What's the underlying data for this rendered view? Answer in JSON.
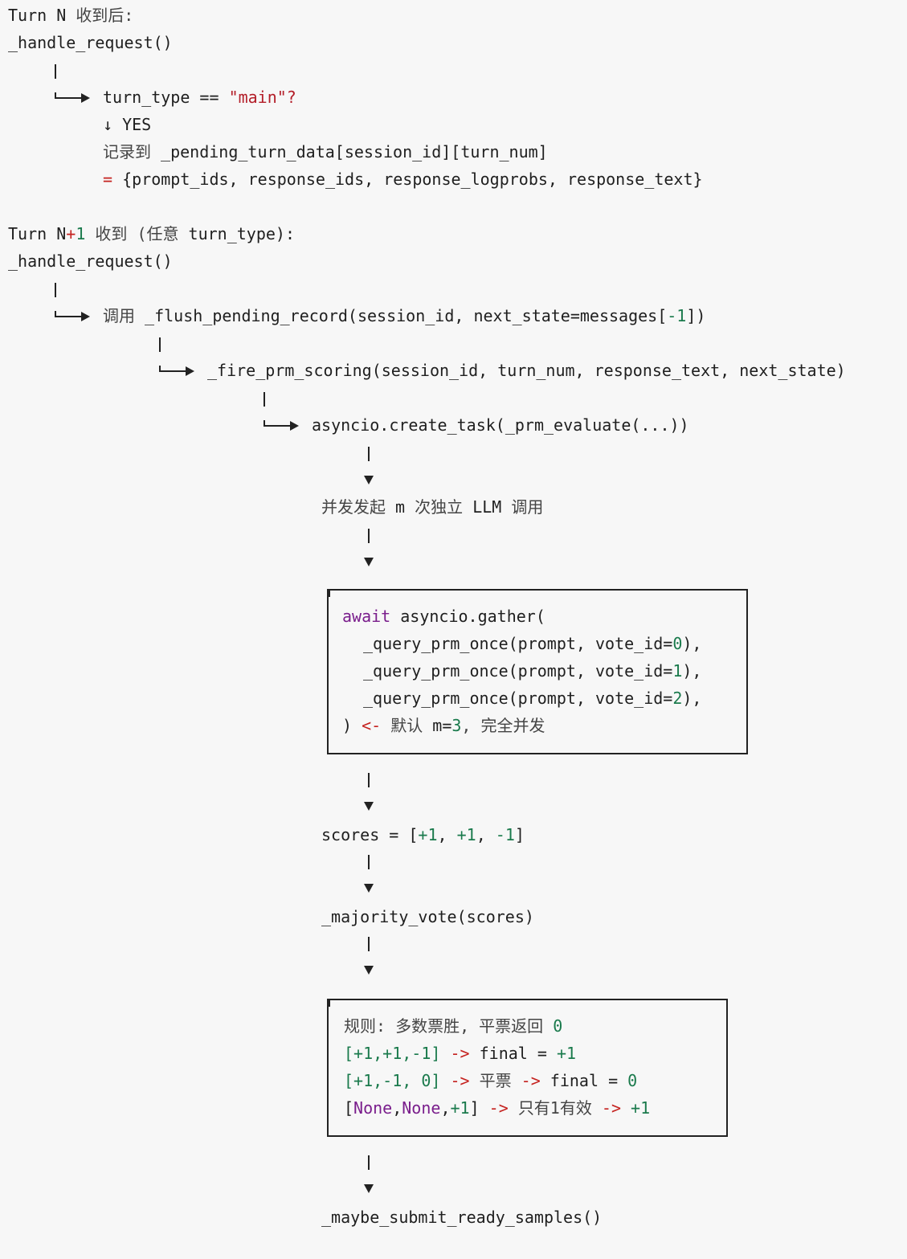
{
  "turn_n": {
    "header_turn": "Turn",
    "header_n": "N",
    "header_received": "收到后:",
    "handler": "_handle_request()",
    "turn_type_check_left": "turn_type",
    "turn_type_check_op": "==",
    "turn_type_check_value": "\"main\"?",
    "yes_arrow": "↓",
    "yes_label": "YES",
    "record_label": "记录到",
    "record_target": "_pending_turn_data[session_id][turn_num]",
    "assign_op": "=",
    "assign_value": "{prompt_ids, response_ids, response_logprobs, response_text}"
  },
  "turn_n1": {
    "header_turn": "Turn",
    "header_n": "N",
    "header_plus": "+",
    "header_one": "1",
    "header_received": "收到 (任意",
    "header_type": "turn_type):",
    "handler": "_handle_request()",
    "call_label": "调用",
    "flush_call_prefix": "_flush_pending_record(session_id, next_state=messages[",
    "flush_call_neg": "-1",
    "flush_call_suffix": "])",
    "fire_call": "_fire_prm_scoring(session_id, turn_num, response_text, next_state)",
    "create_task": "asyncio.create_task(_prm_evaluate(...))",
    "concurrent_note_a": "并发发起",
    "concurrent_note_m": "m",
    "concurrent_note_b": "次独立",
    "concurrent_note_llm": "LLM",
    "concurrent_note_c": "调用"
  },
  "gather_box": {
    "await_kw": "await",
    "gather_call": "asyncio.gather(",
    "query_prefix": "_query_prm_once(prompt, vote_id=",
    "vote_ids": [
      "0",
      "1",
      "2"
    ],
    "query_suffix": "),",
    "close_paren": ")",
    "arrow": "<-",
    "default_label": "默认",
    "m_eq": "m=",
    "m_value": "3",
    "fully_concurrent": ", 完全并发"
  },
  "scores": {
    "label": "scores = [",
    "p1a": "+1",
    "p1b": "+1",
    "neg": "-1",
    "close": "]"
  },
  "majority": {
    "call": "_majority_vote(scores)"
  },
  "rules_box": {
    "title": "规则: 多数票胜, 平票返回",
    "title_zero": "0",
    "row1_input": "[+1,+1,-1]",
    "row1_arrow": "->",
    "row1_final": "final",
    "row1_eq": "=",
    "row1_value": "+1",
    "row2_input": "[+1,-1, 0]",
    "row2_arrow": "->",
    "row2_tie": "平票",
    "row2_arrow2": "->",
    "row2_final": "final",
    "row2_eq": "=",
    "row2_value": "0",
    "row3_none1": "None",
    "row3_none2": "None",
    "row3_p1": "+1",
    "row3_arrow": "->",
    "row3_note": "只有1有效",
    "row3_arrow2": "->",
    "row3_value": "+1"
  },
  "final_call": "_maybe_submit_ready_samples()",
  "colors": {
    "background": "#f7f7f7",
    "text": "#1f1f1f",
    "keyword": "#7a1e8c",
    "operator": "#c5221f",
    "string": "#b31d28",
    "number": "#1a7a4c"
  }
}
